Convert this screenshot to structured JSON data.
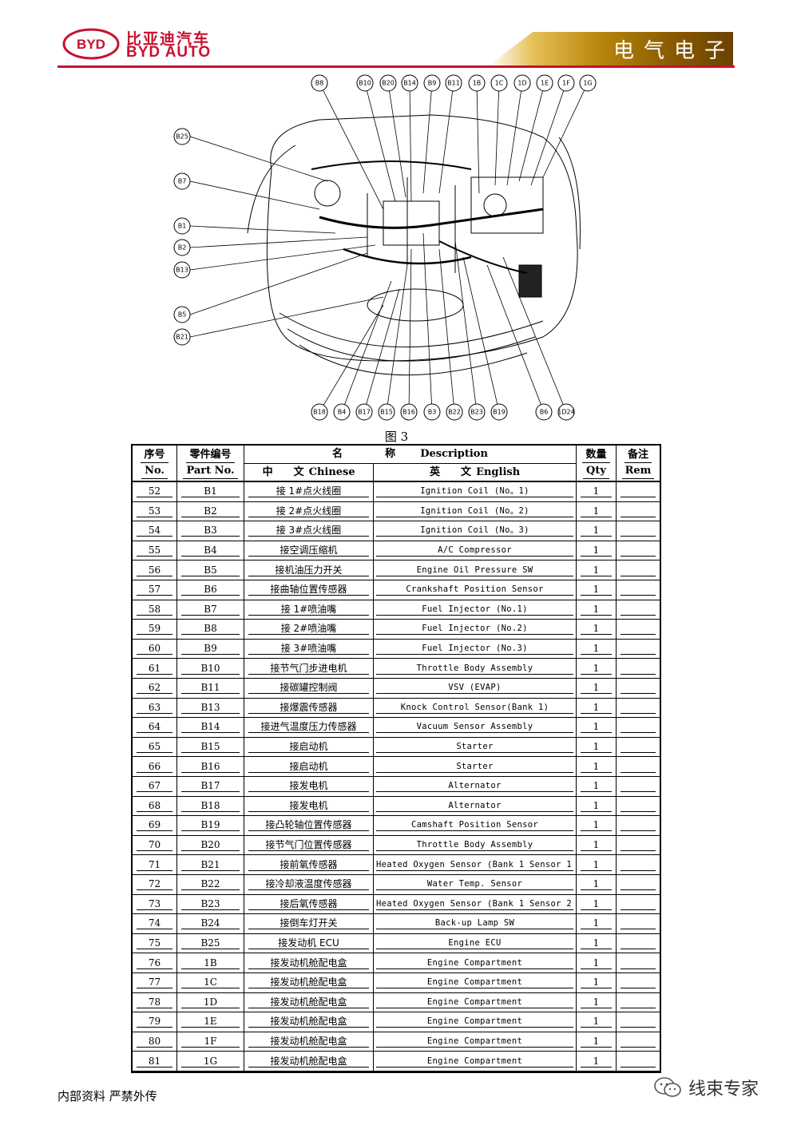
{
  "header": {
    "brand_cn": "比亚迪汽车",
    "brand_en": "BYD AUTO",
    "logo_text": "BYD",
    "section_title": "电气电子",
    "brand_color": "#c8102e"
  },
  "diagram": {
    "caption": "图 3",
    "callouts_top": [
      "B8",
      "B10",
      "B20",
      "B14",
      "B9",
      "B11",
      "1B",
      "1C",
      "1D",
      "1E",
      "1F",
      "1G"
    ],
    "callouts_left": [
      "B25",
      "B7",
      "B1",
      "B2",
      "B13",
      "B5",
      "B21"
    ],
    "callouts_bottom": [
      "B18",
      "B4",
      "B17",
      "B15",
      "B16",
      "B3",
      "B22",
      "B23",
      "B19",
      "B6",
      "1D24"
    ]
  },
  "table": {
    "headers": {
      "no_cn": "序号",
      "no_en": "No.",
      "part_cn": "零件编号",
      "part_en": "Part No.",
      "name_cn": "名",
      "name_cn2": "称",
      "name_en": "Description",
      "chinese_cn": "中",
      "chinese_cn2": "文",
      "chinese_en": "Chinese",
      "english_cn": "英",
      "english_cn2": "文",
      "english_en": "English",
      "qty_cn": "数量",
      "qty_en": "Qty",
      "rem_cn": "备注",
      "rem_en": "Rem"
    },
    "rows": [
      {
        "no": "52",
        "part": "B1",
        "cn": "接 1#点火线圈",
        "en": "Ignition Coil (No。1)",
        "qty": "1",
        "rem": ""
      },
      {
        "no": "53",
        "part": "B2",
        "cn": "接 2#点火线圈",
        "en": "Ignition Coil (No。2)",
        "qty": "1",
        "rem": ""
      },
      {
        "no": "54",
        "part": "B3",
        "cn": "接 3#点火线圈",
        "en": "Ignition Coil (No。3)",
        "qty": "1",
        "rem": ""
      },
      {
        "no": "55",
        "part": "B4",
        "cn": "接空调压缩机",
        "en": "A/C Compressor",
        "qty": "1",
        "rem": ""
      },
      {
        "no": "56",
        "part": "B5",
        "cn": "接机油压力开关",
        "en": "Engine Oil Pressure SW",
        "qty": "1",
        "rem": ""
      },
      {
        "no": "57",
        "part": "B6",
        "cn": "接曲轴位置传感器",
        "en": "Crankshaft Position Sensor",
        "qty": "1",
        "rem": ""
      },
      {
        "no": "58",
        "part": "B7",
        "cn": "接 1#喷油嘴",
        "en": "Fuel Injector (No.1)",
        "qty": "1",
        "rem": ""
      },
      {
        "no": "59",
        "part": "B8",
        "cn": "接 2#喷油嘴",
        "en": "Fuel Injector (No.2)",
        "qty": "1",
        "rem": ""
      },
      {
        "no": "60",
        "part": "B9",
        "cn": "接 3#喷油嘴",
        "en": "Fuel Injector (No.3)",
        "qty": "1",
        "rem": ""
      },
      {
        "no": "61",
        "part": "B10",
        "cn": "接节气门步进电机",
        "en": "Throttle Body Assembly",
        "qty": "1",
        "rem": ""
      },
      {
        "no": "62",
        "part": "B11",
        "cn": "接碳罐控制阀",
        "en": "VSV (EVAP)",
        "qty": "1",
        "rem": ""
      },
      {
        "no": "63",
        "part": "B13",
        "cn": "接爆震传感器",
        "en": "Knock Control Sensor(Bank 1)",
        "qty": "1",
        "rem": ""
      },
      {
        "no": "64",
        "part": "B14",
        "cn": "接进气温度压力传感器",
        "en": "Vacuum Sensor Assembly",
        "qty": "1",
        "rem": ""
      },
      {
        "no": "65",
        "part": "B15",
        "cn": "接启动机",
        "en": "Starter",
        "qty": "1",
        "rem": ""
      },
      {
        "no": "66",
        "part": "B16",
        "cn": "接启动机",
        "en": "Starter",
        "qty": "1",
        "rem": ""
      },
      {
        "no": "67",
        "part": "B17",
        "cn": "接发电机",
        "en": "Alternator",
        "qty": "1",
        "rem": ""
      },
      {
        "no": "68",
        "part": "B18",
        "cn": "接发电机",
        "en": "Alternator",
        "qty": "1",
        "rem": ""
      },
      {
        "no": "69",
        "part": "B19",
        "cn": "接凸轮轴位置传感器",
        "en": "Camshaft Position Sensor",
        "qty": "1",
        "rem": ""
      },
      {
        "no": "70",
        "part": "B20",
        "cn": "接节气门位置传感器",
        "en": "Throttle Body Assembly",
        "qty": "1",
        "rem": ""
      },
      {
        "no": "71",
        "part": "B21",
        "cn": "接前氧传感器",
        "en": "Heated Oxygen Sensor (Bank 1 Sensor 1)",
        "qty": "1",
        "rem": ""
      },
      {
        "no": "72",
        "part": "B22",
        "cn": "接冷却液温度传感器",
        "en": "Water Temp. Sensor",
        "qty": "1",
        "rem": ""
      },
      {
        "no": "73",
        "part": "B23",
        "cn": "接后氧传感器",
        "en": "Heated Oxygen Sensor (Bank 1 Sensor 2)",
        "qty": "1",
        "rem": ""
      },
      {
        "no": "74",
        "part": "B24",
        "cn": "接倒车灯开关",
        "en": "Back-up Lamp SW",
        "qty": "1",
        "rem": ""
      },
      {
        "no": "75",
        "part": "B25",
        "cn": "接发动机 ECU",
        "en": "Engine ECU",
        "qty": "1",
        "rem": ""
      },
      {
        "no": "76",
        "part": "1B",
        "cn": "接发动机舱配电盒",
        "en": "Engine Compartment",
        "qty": "1",
        "rem": ""
      },
      {
        "no": "77",
        "part": "1C",
        "cn": "接发动机舱配电盒",
        "en": "Engine Compartment",
        "qty": "1",
        "rem": ""
      },
      {
        "no": "78",
        "part": "1D",
        "cn": "接发动机舱配电盒",
        "en": "Engine Compartment",
        "qty": "1",
        "rem": ""
      },
      {
        "no": "79",
        "part": "1E",
        "cn": "接发动机舱配电盒",
        "en": "Engine Compartment",
        "qty": "1",
        "rem": ""
      },
      {
        "no": "80",
        "part": "1F",
        "cn": "接发动机舱配电盒",
        "en": "Engine Compartment",
        "qty": "1",
        "rem": ""
      },
      {
        "no": "81",
        "part": "1G",
        "cn": "接发动机舱配电盒",
        "en": "Engine Compartment",
        "qty": "1",
        "rem": ""
      }
    ]
  },
  "footer": {
    "left": "内部资料 严禁外传",
    "right": "线束专家",
    "icon": "wechat-icon"
  }
}
